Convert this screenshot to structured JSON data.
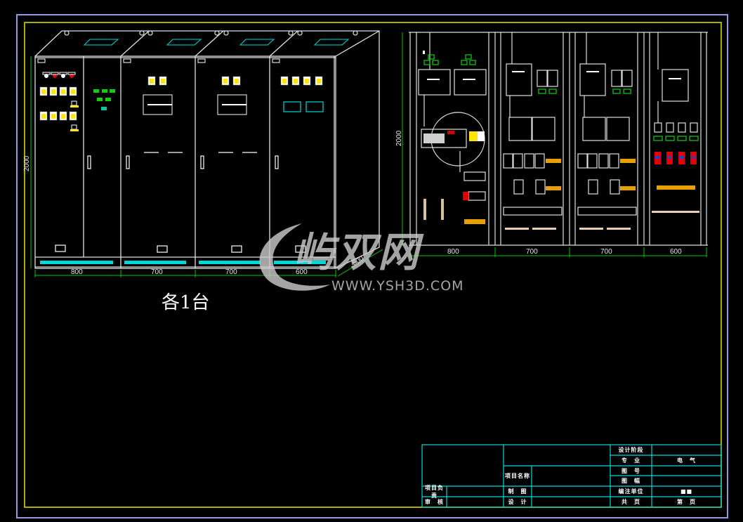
{
  "drawing": {
    "background": "#000000",
    "colors": {
      "outer_frame": "#9898e0",
      "inner_frame": "#e6e600",
      "cabinet_lines": "#e0e0e0",
      "dimension_lines": "#00c800",
      "cyan": "#00d8d8",
      "title_block": "#00d8d8"
    },
    "front_view": {
      "quantity_label": "各1台",
      "height_dim": "2000",
      "width_dims": [
        "800",
        "700",
        "700",
        "600"
      ],
      "depth_dim": "500"
    },
    "layout_view": {
      "height_dim": "2000",
      "width_dims": [
        "800",
        "700",
        "700",
        "600"
      ]
    },
    "watermark": {
      "brand": "屿双网",
      "url": "WWW.YSH3D.COM"
    },
    "title_block": {
      "design_stage": "设计阶段",
      "specialty_label": "专　业",
      "specialty_value": "电　气",
      "drawing_no": "图　号",
      "sheet_size": "图　幅",
      "project_name": "项目名称",
      "project_manager": "项目负责",
      "drawn_by": "制　图",
      "approved": "审　核",
      "designed_by": "设　计",
      "design_unit": "编注单位",
      "design_unit_value": "■■",
      "total_pages": "共　页",
      "page_no": "第　页"
    }
  }
}
